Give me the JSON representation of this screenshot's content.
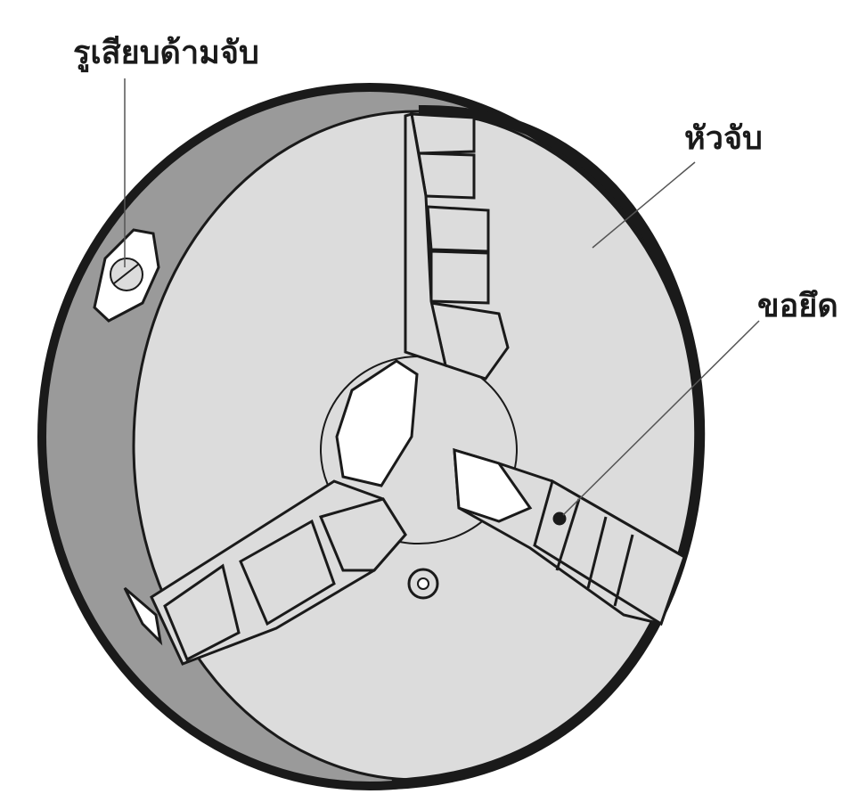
{
  "diagram": {
    "labels": {
      "handle_hole": "รูเสียบด้ามจับ",
      "chuck_head": "หัวจับ",
      "jaw": "ขอยึด"
    },
    "colors": {
      "outline": "#1a1a1a",
      "face": "#dcdcdc",
      "rim": "#9a9a9a",
      "leader": "#555555",
      "bore": "#ffffff"
    },
    "parts": [
      "chuck-body",
      "rim",
      "chuck-face",
      "center-bore",
      "jaw-top",
      "jaw-bottom-left",
      "jaw-right",
      "key-socket",
      "face-screw"
    ]
  }
}
